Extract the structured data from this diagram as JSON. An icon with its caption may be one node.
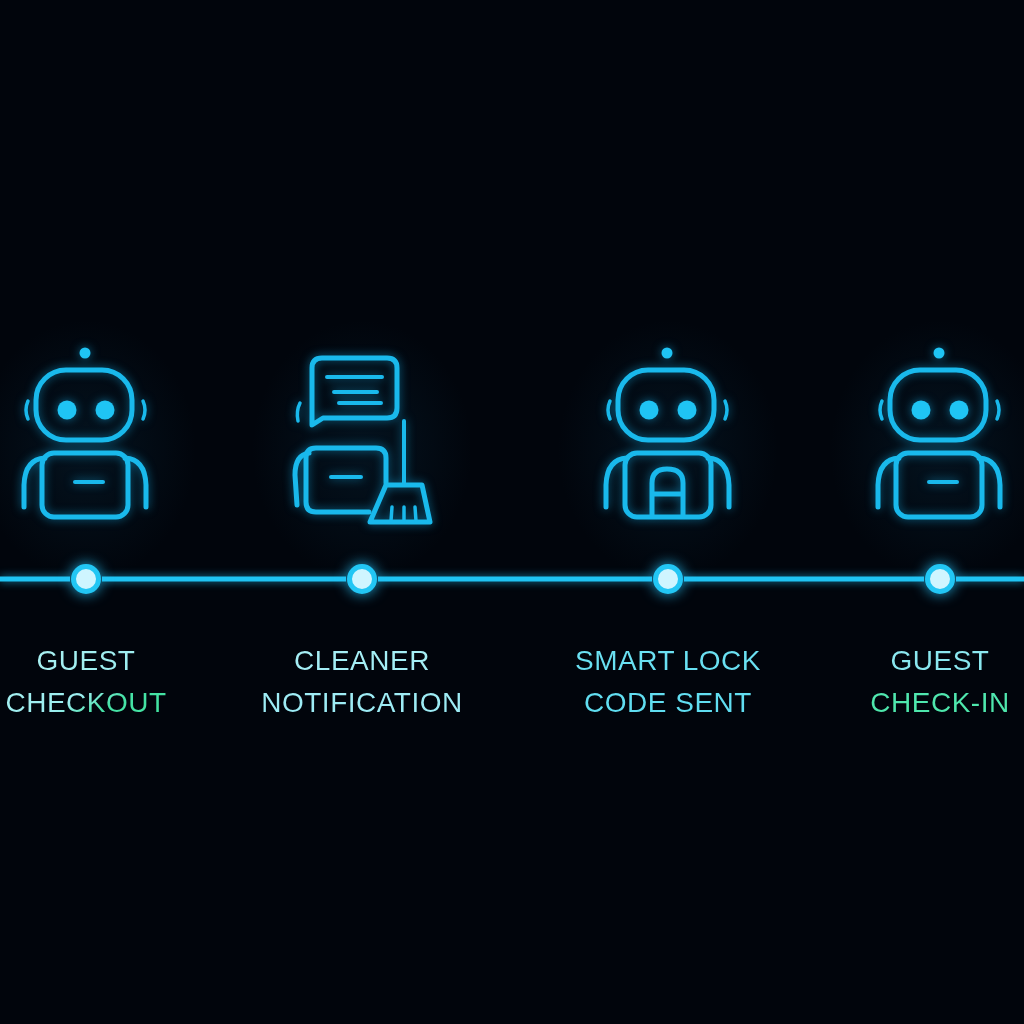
{
  "diagram": {
    "nodes": [
      {
        "text": [],
        "shape": "circle",
        "beside": [
          "GUEST CHECKOUT"
        ]
      },
      {
        "text": [],
        "shape": "circle",
        "beside": [
          "CLEANER NOTIFICATION"
        ]
      },
      {
        "text": [],
        "shape": "circle",
        "beside": [
          "SMART LOCK CODE SENT"
        ]
      },
      {
        "text": [],
        "shape": "circle",
        "beside": [
          "GUEST CHECK-IN"
        ]
      }
    ],
    "edges": [
      {
        "from": null,
        "to": 0,
        "arrow": "none"
      },
      {
        "from": 0,
        "to": 1,
        "arrow": "none"
      },
      {
        "from": 1,
        "to": 2,
        "arrow": "none"
      },
      {
        "from": 2,
        "to": 3,
        "arrow": "none"
      },
      {
        "from": 3,
        "to": null,
        "arrow": "none"
      }
    ]
  }
}
